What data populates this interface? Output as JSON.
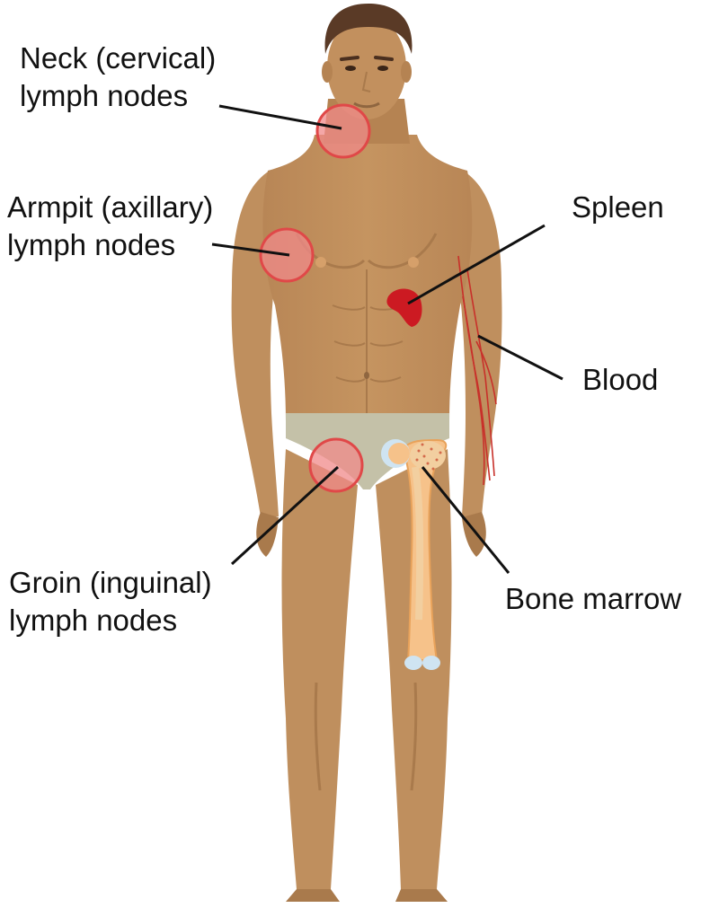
{
  "diagram": {
    "colors": {
      "skin": "#bf8f5e",
      "skin_shadow": "#a97a4c",
      "skin_dark": "#8f6640",
      "hair": "#5a3a26",
      "underwear": "#c4c1a8",
      "node_fill": "#f08a8a",
      "node_stroke": "#e04848",
      "spleen": "#cc1a22",
      "vessel": "#c8302a",
      "bone": "#f6c28a",
      "bone_edge": "#e8a25a",
      "marrow": "#f2cfa0",
      "cartilage": "#cfe4f2"
    },
    "labels": {
      "neck": {
        "line1": "Neck (cervical)",
        "line2": "lymph nodes"
      },
      "armpit": {
        "line1": "Armpit (axillary)",
        "line2": "lymph nodes"
      },
      "groin": {
        "line1": "Groin (inguinal)",
        "line2": "lymph nodes"
      },
      "spleen": "Spleen",
      "blood": "Blood",
      "bone_marrow": "Bone marrow"
    }
  }
}
